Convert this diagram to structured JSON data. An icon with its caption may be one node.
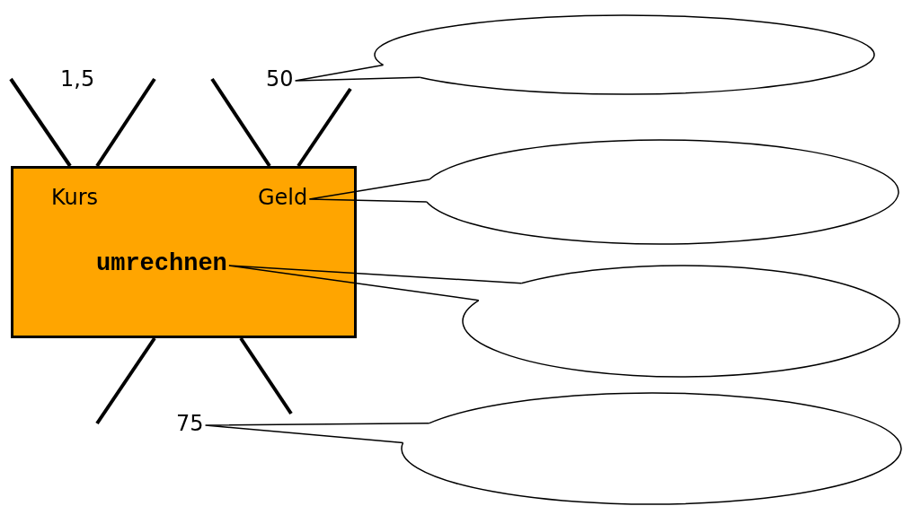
{
  "diagram": {
    "nodes": [
      {
        "text": [],
        "shape": "box"
      },
      {
        "text": [
          "50"
        ]
      },
      {
        "text": [
          "Geld"
        ],
        "in": 0
      },
      {
        "text": [
          "umrechnen"
        ],
        "in": 0
      },
      {
        "text": [
          "75"
        ]
      },
      {
        "text": [],
        "shape": "ellipse"
      },
      {
        "text": [],
        "shape": "ellipse"
      },
      {
        "text": [],
        "shape": "ellipse"
      },
      {
        "text": [],
        "shape": "ellipse"
      }
    ],
    "edges": [
      {
        "from": 5,
        "to": 1,
        "arrow": "none"
      },
      {
        "from": 6,
        "to": 2,
        "arrow": "none"
      },
      {
        "from": 7,
        "to": 3,
        "arrow": "none"
      },
      {
        "from": 8,
        "to": 4,
        "arrow": "none"
      }
    ],
    "labels": [
      "1,5",
      "Kurs"
    ]
  }
}
